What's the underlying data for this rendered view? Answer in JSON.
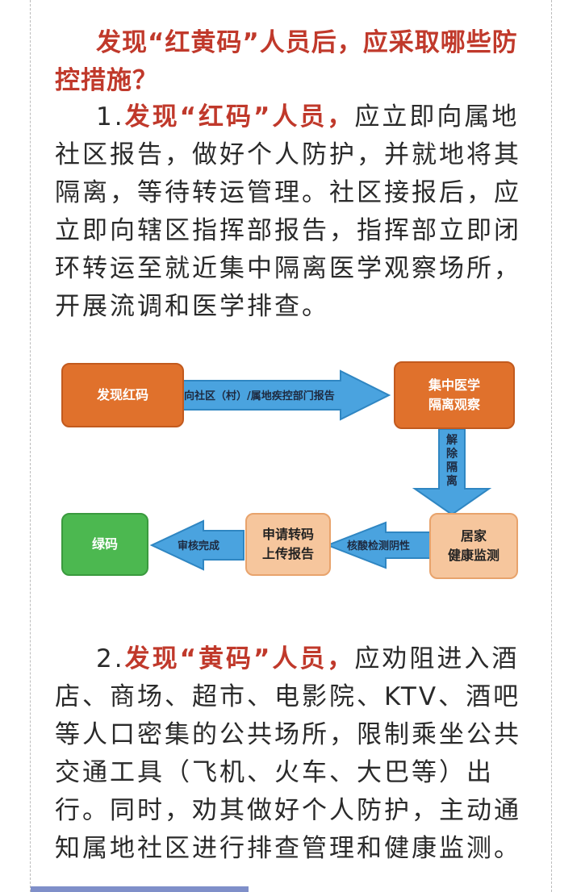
{
  "heading": "发现“红黄码”人员后，应采取哪些防控措施？",
  "para1": {
    "number": "1.",
    "highlight": "发现“红码”人员，",
    "text": "应立即向属地社区报告，做好个人防护，并就地将其隔离，等待转运管理。社区接报后，应立即向辖区指挥部报告，指挥部立即闭环转运至就近集中隔离医学观察场所，开展流调和医学排查。"
  },
  "flowchart": {
    "nodes": {
      "red_code": "发现红码",
      "central_obs_line1": "集中医学",
      "central_obs_line2": "隔离观察",
      "home_line1": "居家",
      "home_line2": "健康监测",
      "apply_line1": "申请转码",
      "apply_line2": "上传报告",
      "green_code": "绿码"
    },
    "edges": {
      "report": "向社区（村）/属地疾控部门报告",
      "release": "解除隔离",
      "nucleic": "核酸检测阴性",
      "review": "审核完成"
    }
  },
  "para2": {
    "number": "2.",
    "highlight": "发现“黄码”人员，",
    "text": "应劝阻进入酒店、商场、超市、电影院、KTV、酒吧等人口密集的公共场所，限制乘坐公共交通工具（飞机、火车、大巴等）出行。同时，劝其做好个人防护，主动通知属地社区进行排查管理和健康监测。"
  },
  "colors": {
    "accent_red": "#c0392b",
    "node_orange": "#e0712c",
    "node_peach": "#f6c69d",
    "node_green": "#4cb850",
    "arrow_blue": "#4aa3df"
  }
}
